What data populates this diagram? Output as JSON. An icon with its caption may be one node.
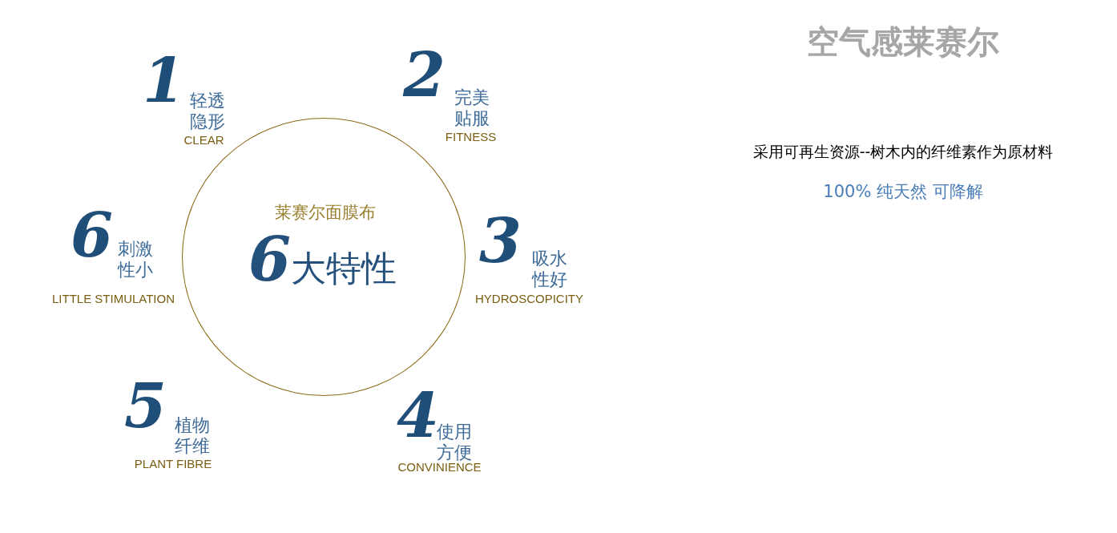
{
  "diagram": {
    "title": "空气感莱赛尔",
    "nodes": [
      {
        "text": [
          "莱赛尔面膜布",
          "6大特性"
        ]
      }
    ],
    "labels": [
      "1",
      "轻透隐形",
      "CLEAR",
      "2",
      "完美贴服",
      "FITNESS",
      "3",
      "吸水性好",
      "HYDROSCOPICITY",
      "4",
      "使用方便",
      "CONVINIENCE",
      "5",
      "植物纤维",
      "PLANT FIBRE",
      "6",
      "刺激性小",
      "LITTLE STIMULATION",
      "采用可再生资源--树木内的纤维素作为原材料",
      "100% 纯天然 可降解"
    ]
  }
}
